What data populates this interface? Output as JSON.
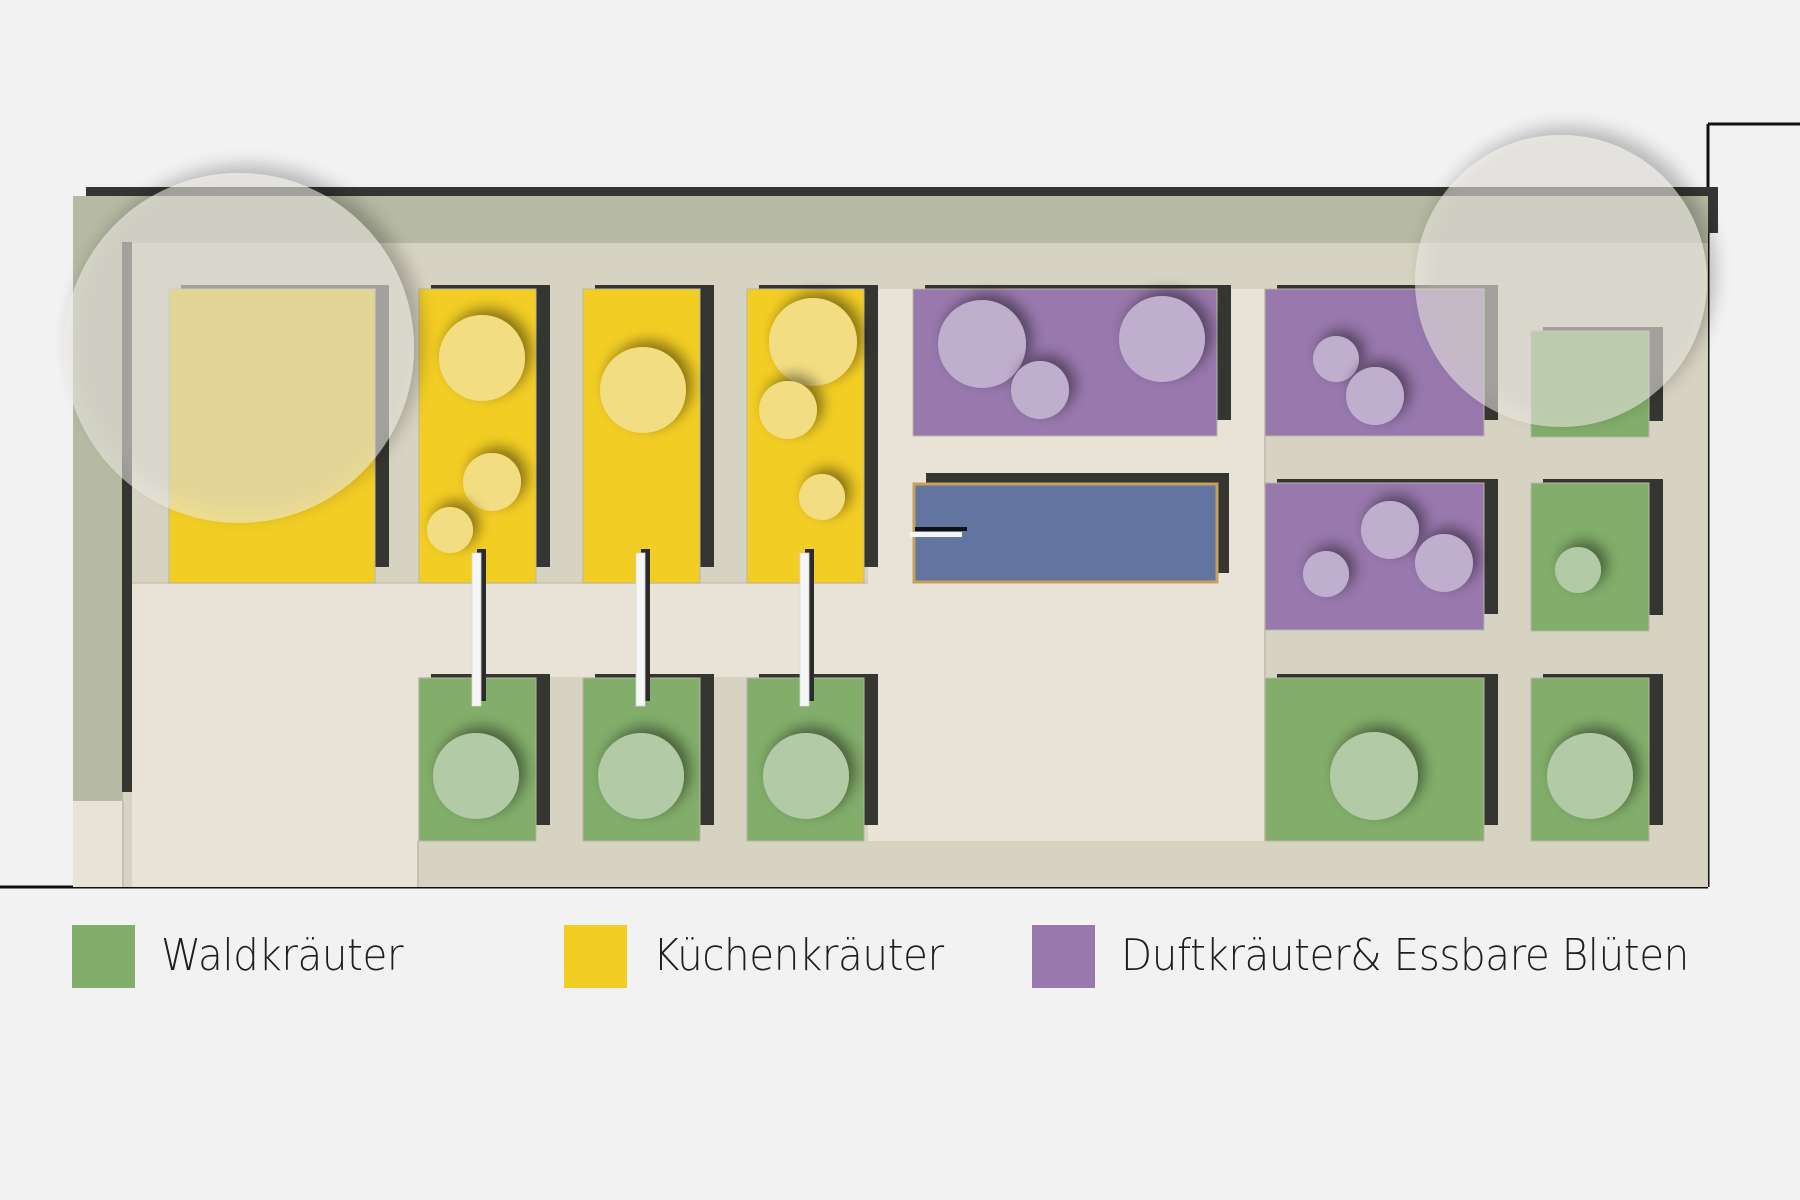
{
  "colors": {
    "background": "#f2f2f2",
    "outer_band": "#b6baa3",
    "bed_area": "#d7d3c2",
    "path": "#e8e2d7",
    "wall": "#353532",
    "waldkraeuter": "#82ad6a",
    "waldkraeuter_plant": "#b2cba6",
    "kuechenkraeuter": "#f2cd24",
    "kuechenkraeuter_plant": "#f2dd82",
    "duftkraeuter": "#9878ad",
    "duftkraeuter_plant": "#c0aece",
    "water": "#6274a0",
    "water_border": "#c4a25a",
    "tree_canopy": "#ecebe3"
  },
  "legend": [
    {
      "key": "waldkraeuter",
      "label": "Waldkräuter",
      "color": "#82ad6a"
    },
    {
      "key": "kuechenkraeuter",
      "label": "Küchenkräuter",
      "color": "#f2cd24"
    },
    {
      "key": "duftkraeuter",
      "label": "Duftkräuter& Essbare Blüten",
      "color": "#9878ad"
    }
  ],
  "beds": [
    {
      "id": "bed-kuechen-1",
      "category": "kuechenkraeuter",
      "plants": 0
    },
    {
      "id": "bed-kuechen-2",
      "category": "kuechenkraeuter",
      "plants": 3
    },
    {
      "id": "bed-kuechen-3",
      "category": "kuechenkraeuter",
      "plants": 1
    },
    {
      "id": "bed-kuechen-4",
      "category": "kuechenkraeuter",
      "plants": 3
    },
    {
      "id": "bed-duft-1",
      "category": "duftkraeuter",
      "plants": 3
    },
    {
      "id": "bed-duft-2",
      "category": "duftkraeuter",
      "plants": 2
    },
    {
      "id": "bed-duft-3",
      "category": "duftkraeuter",
      "plants": 3
    },
    {
      "id": "bed-wald-1",
      "category": "waldkraeuter",
      "plants": 0
    },
    {
      "id": "bed-wald-2",
      "category": "waldkraeuter",
      "plants": 1
    },
    {
      "id": "bed-wald-3",
      "category": "waldkraeuter",
      "plants": 1
    },
    {
      "id": "bed-wald-4",
      "category": "waldkraeuter",
      "plants": 1
    },
    {
      "id": "bed-wald-5",
      "category": "waldkraeuter",
      "plants": 1
    },
    {
      "id": "bed-wald-6",
      "category": "waldkraeuter",
      "plants": 1
    },
    {
      "id": "bed-wald-7",
      "category": "waldkraeuter",
      "plants": 1
    }
  ],
  "water_basin": {
    "id": "water-basin"
  },
  "trees": 2
}
